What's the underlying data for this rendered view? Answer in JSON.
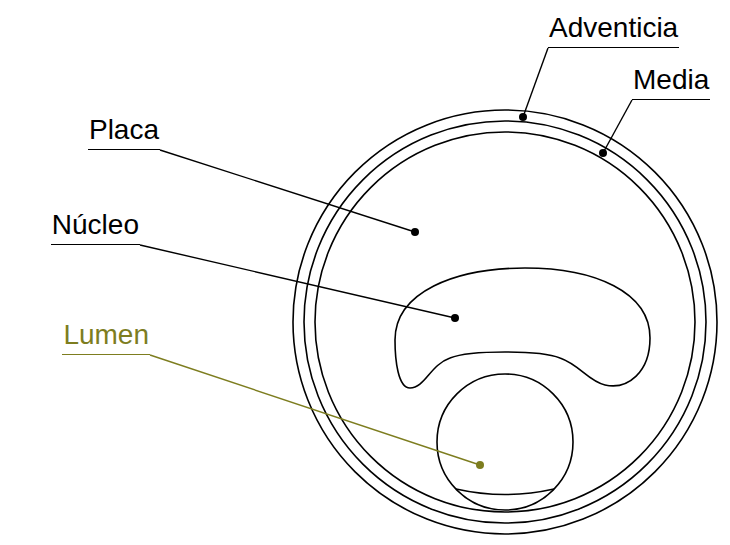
{
  "diagram": {
    "labels": [
      "Adventicia",
      "Media",
      "Placa",
      "Núcleo",
      "Lumen"
    ]
  }
}
